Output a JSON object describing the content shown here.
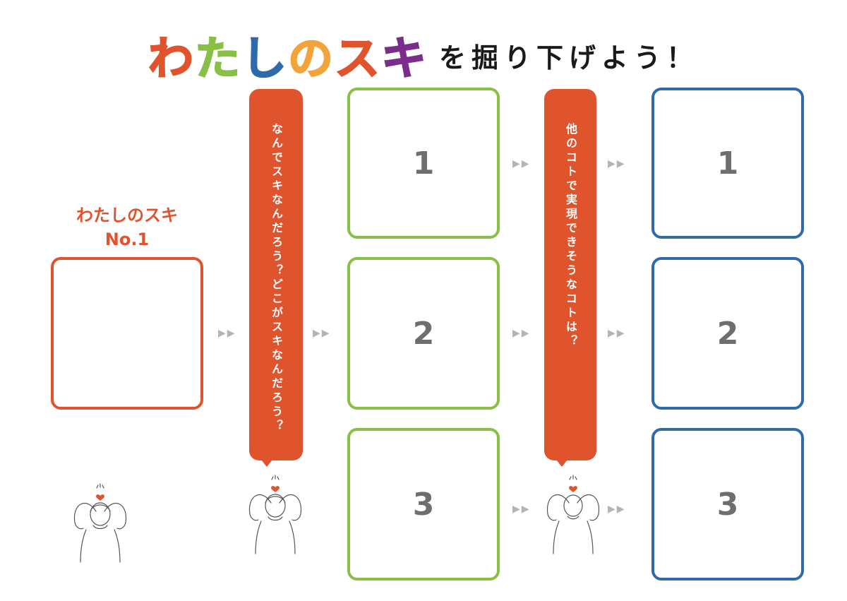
{
  "title": {
    "chars": [
      {
        "ch": "わ",
        "color": "#e0542d"
      },
      {
        "ch": "た",
        "color": "#87c044"
      },
      {
        "ch": "し",
        "color": "#2f6aab"
      },
      {
        "ch": "の",
        "color": "#f2a33a"
      },
      {
        "ch": "ス",
        "color": "#e0542d"
      },
      {
        "ch": "キ",
        "color": "#7b2d8e"
      }
    ],
    "rest": "を掘り下げよう！"
  },
  "favorite": {
    "label_line1": "わたしのスキ",
    "label_line2": "No.1"
  },
  "bubble1": {
    "text": "なんでスキなんだろう？どこがスキなんだろう？"
  },
  "bubble2": {
    "text": "他のコトで実現できそうなコトは？"
  },
  "reasons": {
    "items": [
      "1",
      "2",
      "3"
    ]
  },
  "ideas": {
    "items": [
      "1",
      "2",
      "3"
    ]
  },
  "arrow_glyph": "▶▶",
  "colors": {
    "orange": "#e0542d",
    "green": "#87c044",
    "blue": "#2f6aab",
    "gray_arrow": "#b4b4b4",
    "number": "#6e6e6e"
  }
}
